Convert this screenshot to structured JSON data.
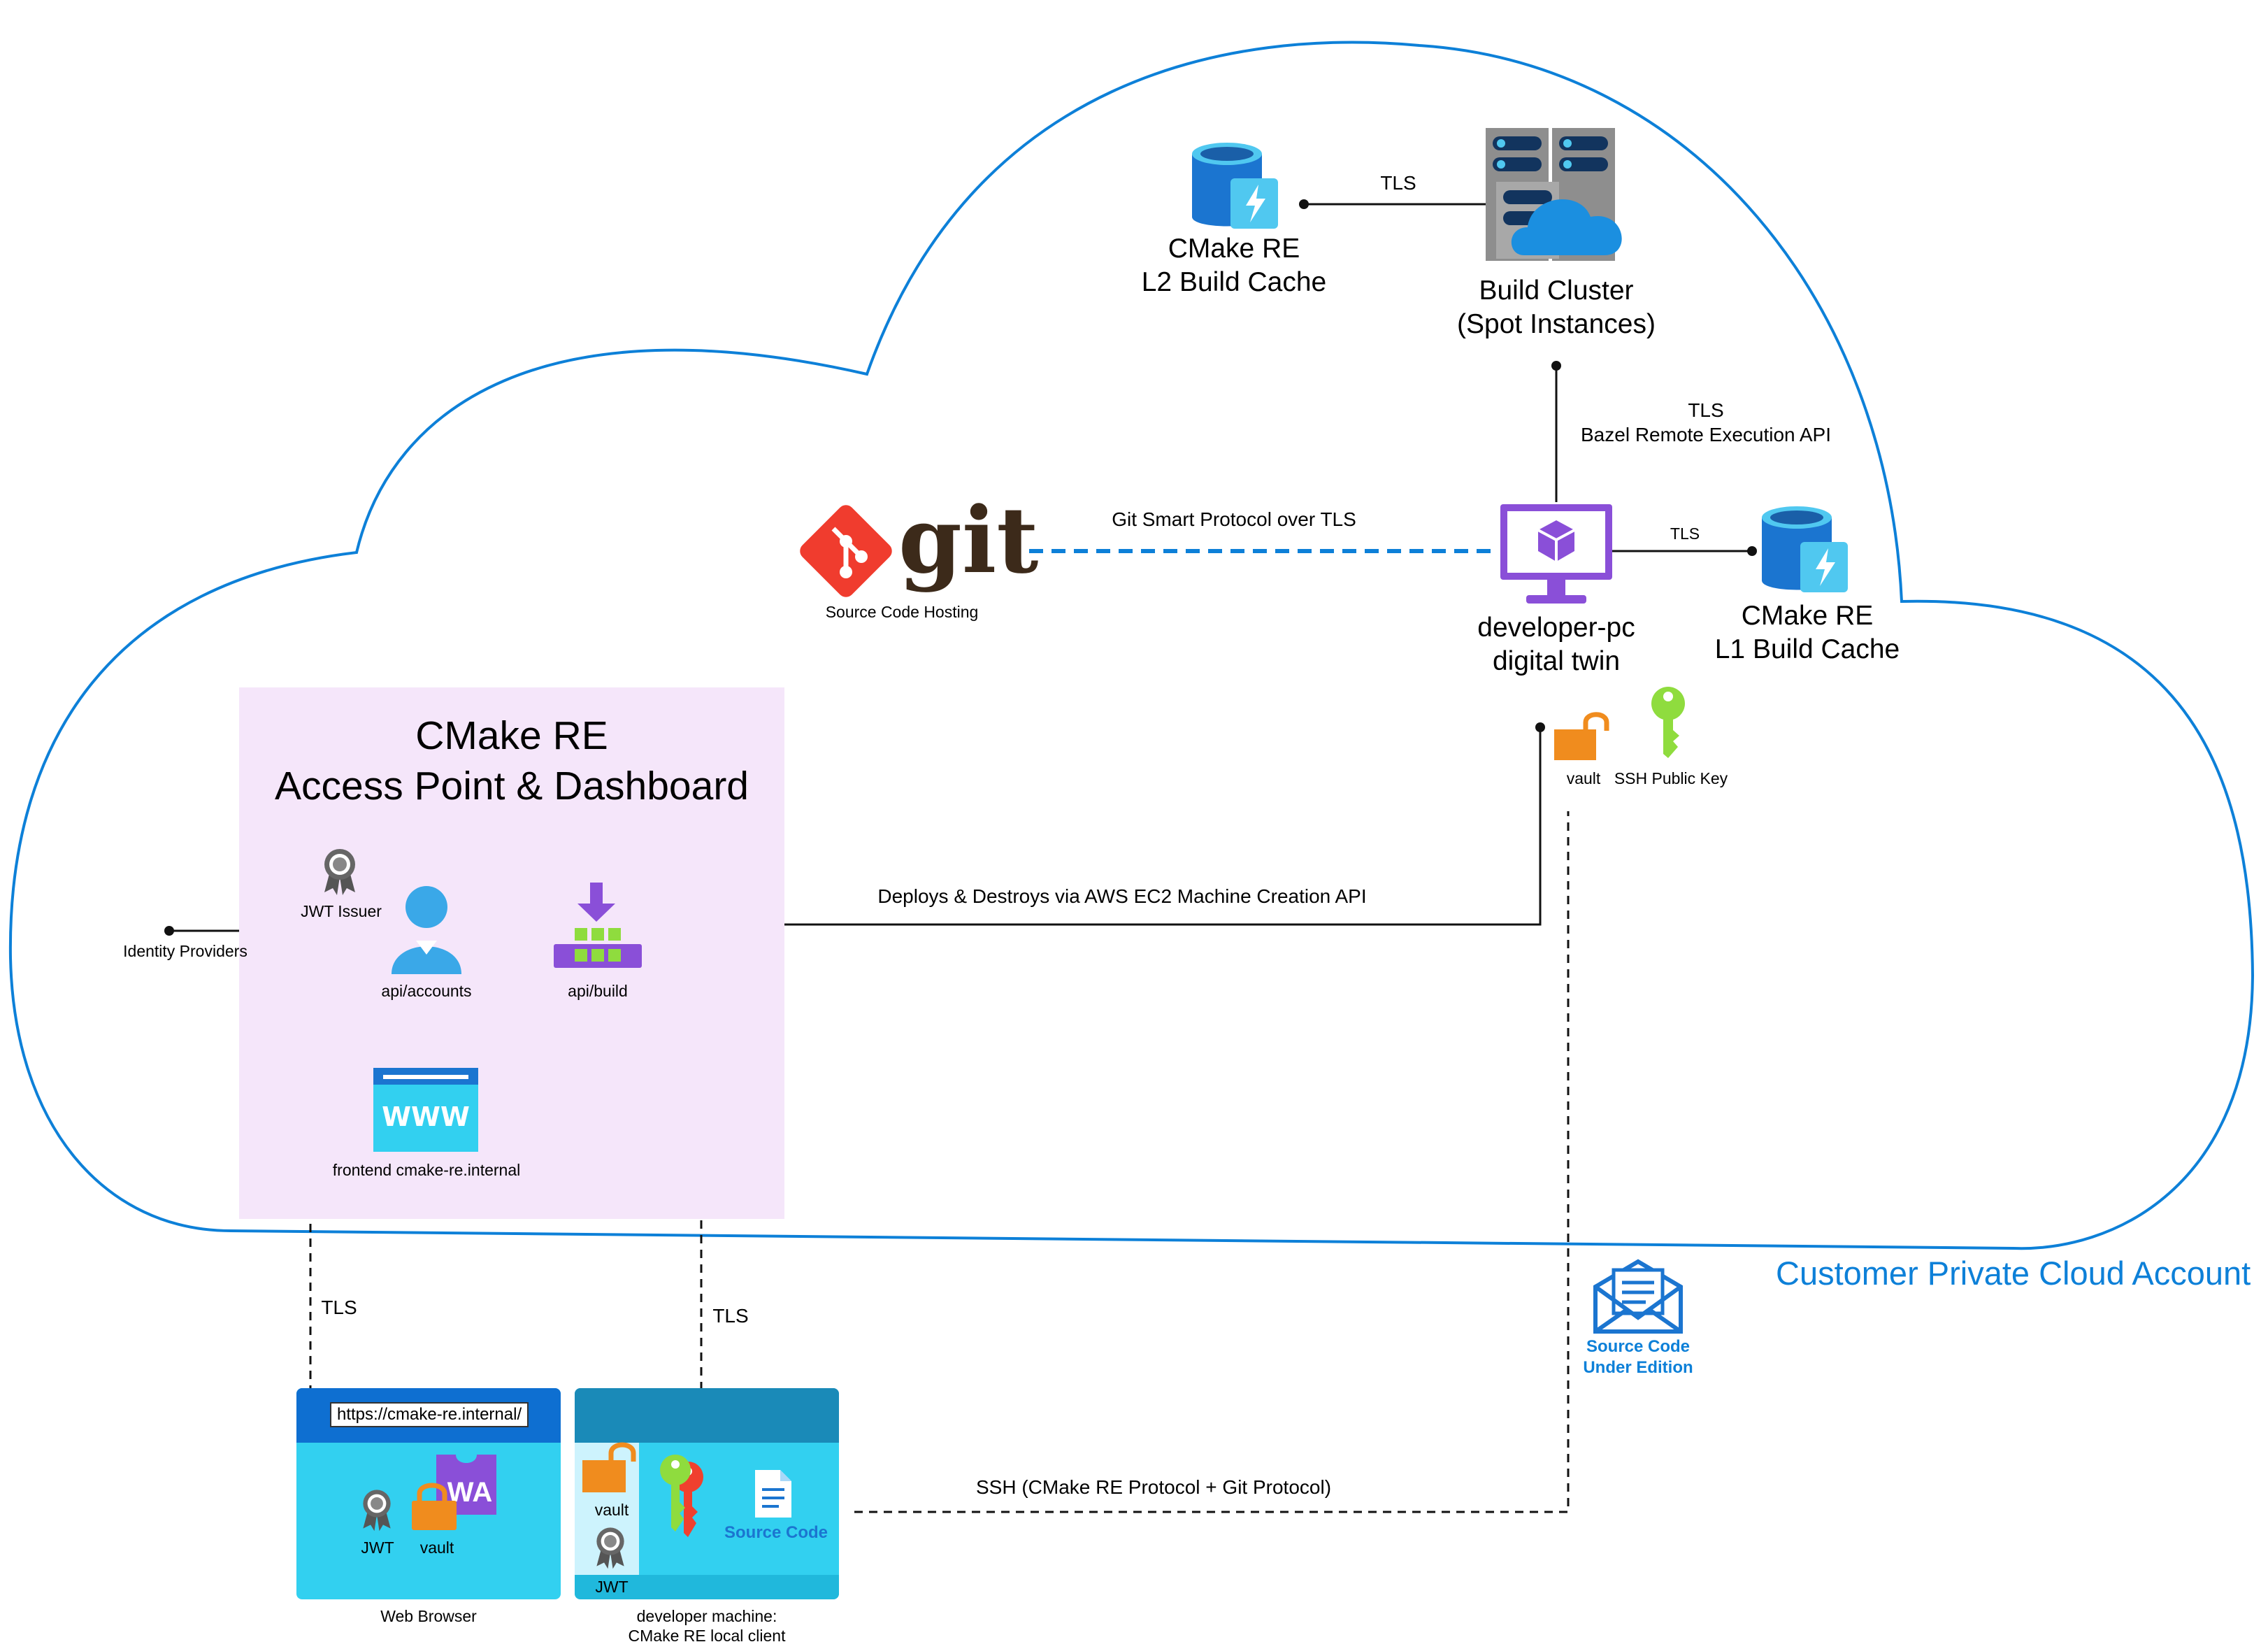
{
  "cloud": {
    "label": "Customer Private Cloud Account",
    "color": "#0d80d8"
  },
  "access_point": {
    "title_line1": "CMake RE",
    "title_line2": "Access Point & Dashboard",
    "background": "#f5e6fa"
  },
  "nodes": {
    "l2_cache": {
      "line1": "CMake RE",
      "line2": "L2 Build Cache"
    },
    "build_cluster": {
      "line1": "Build Cluster",
      "line2": "(Spot Instances)"
    },
    "git": {
      "logo_text": "git",
      "caption": "Source Code Hosting",
      "logo_color": "#f03c2e"
    },
    "developer_pc": {
      "line1": "developer-pc",
      "line2": "digital twin"
    },
    "l1_cache": {
      "line1": "CMake RE",
      "line2": "L1 Build Cache"
    },
    "vault_cloud": {
      "label": "vault"
    },
    "ssh_key": {
      "label": "SSH Public Key"
    },
    "jwt_issuer": {
      "label": "JWT Issuer"
    },
    "identity_providers": {
      "label": "Identity Providers"
    },
    "api_accounts": {
      "label": "api/accounts"
    },
    "api_build": {
      "label": "api/build"
    },
    "frontend": {
      "label": "frontend cmake-re.internal",
      "icon_text": "WWW"
    },
    "source_under_edition": {
      "line1": "Source Code",
      "line2": "Under Edition"
    },
    "web_browser": {
      "url": "https://cmake-re.internal/",
      "jwt": "JWT",
      "vault": "vault",
      "badge": "WA",
      "caption": "Web Browser"
    },
    "dev_machine": {
      "vault": "vault",
      "jwt": "JWT",
      "source_code": "Source Code",
      "caption_line1": "developer machine:",
      "caption_line2": "CMake RE local client"
    }
  },
  "edges": {
    "l2_to_cluster": "TLS",
    "cluster_to_pc_line1": "TLS",
    "cluster_to_pc_line2": "Bazel Remote Execution API",
    "git_to_pc": "Git Smart Protocol over TLS",
    "pc_to_l1": "TLS",
    "build_to_pc": "Deploys & Destroys via AWS EC2 Machine Creation API",
    "frontend_to_browser": "TLS",
    "build_to_dev_machine": "TLS",
    "dev_machine_ssh": "SSH (CMake RE Protocol + Git Protocol)"
  }
}
